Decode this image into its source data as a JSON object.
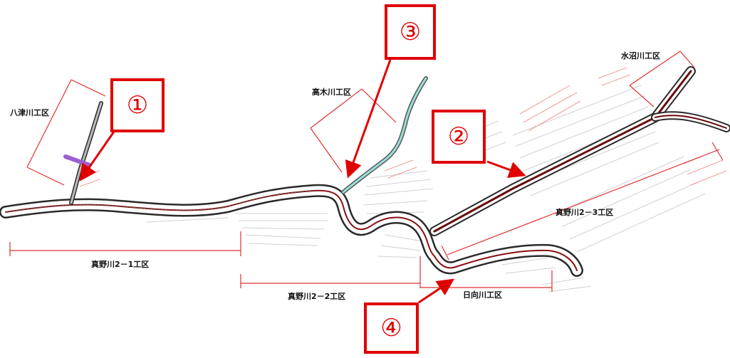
{
  "colors": {
    "accent": "#e00000",
    "road_outline": "#2a2a2a",
    "road_center": "#8a1010",
    "dimension": "#e03030",
    "faint": "#c8c8c8",
    "highlight": "#9a5fd0",
    "cyan": "#9adfd8"
  },
  "zones": {
    "yatsu": "八津川工区",
    "takagi": "高木川工区",
    "mizunuma": "水沼川工区",
    "mano_2_1": "真野川2－1工区",
    "mano_2_2": "真野川2－2工区",
    "mano_2_3": "真野川2－3工区",
    "hinata": "日向川工区"
  },
  "markers": {
    "m1": "①",
    "m2": "②",
    "m3": "③",
    "m4": "④"
  }
}
